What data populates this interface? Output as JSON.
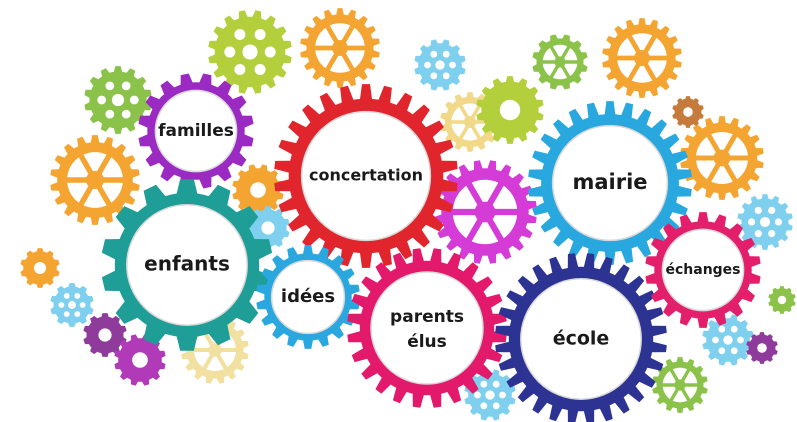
{
  "illustration": {
    "labels": {
      "familles": "familles",
      "concertation": "concertation",
      "mairie": "mairie",
      "enfants": "enfants",
      "idees": "idées",
      "parents_line1": "parents",
      "parents_line2": "élus",
      "ecole": "école",
      "echanges": "échanges"
    },
    "colors": {
      "concertation": "#e0252c",
      "mairie": "#29a8e0",
      "enfants": "#1e9e96",
      "parents": "#e3196b",
      "ecole": "#2d3393",
      "familles": "#9b2ac2",
      "idees": "#2aa7df",
      "echanges": "#e31e6a",
      "orange": "#f4a531",
      "yellow_green": "#b4cf3c",
      "light_blue": "#7fd0ee",
      "magenta": "#d53bd6",
      "green": "#8bc34a",
      "purple": "#8e3b9c"
    }
  }
}
